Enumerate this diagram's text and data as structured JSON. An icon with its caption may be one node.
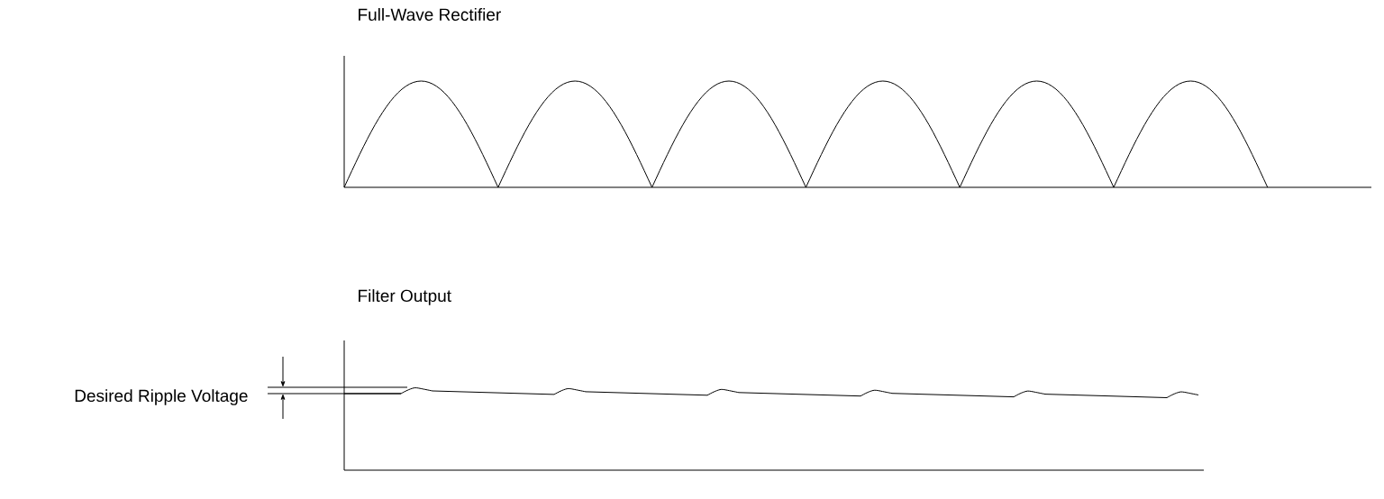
{
  "diagram": {
    "labels": [
      "Full-Wave Rectifier",
      "Filter Output",
      "Desired Ripple Voltage"
    ]
  }
}
